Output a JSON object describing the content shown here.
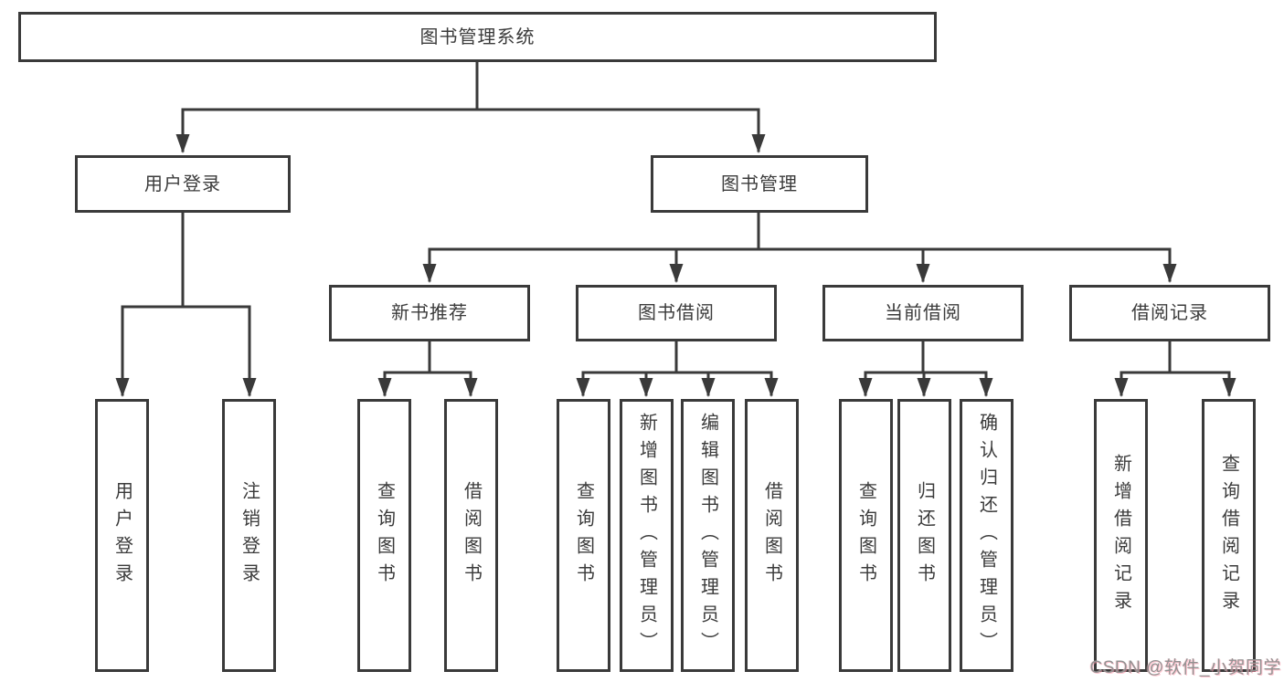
{
  "tree": {
    "label": "图书管理系统",
    "children": [
      {
        "label": "用户登录",
        "children": [
          {
            "label": "用户登录"
          },
          {
            "label": "注销登录"
          }
        ]
      },
      {
        "label": "图书管理",
        "children": [
          {
            "label": "新书推荐",
            "children": [
              {
                "label": "查询图书"
              },
              {
                "label": "借阅图书"
              }
            ]
          },
          {
            "label": "图书借阅",
            "children": [
              {
                "label": "查询图书"
              },
              {
                "label": "新增图书（管理员）"
              },
              {
                "label": "编辑图书（管理员）"
              },
              {
                "label": "借阅图书"
              }
            ]
          },
          {
            "label": "当前借阅",
            "children": [
              {
                "label": "查询图书"
              },
              {
                "label": "归还图书"
              },
              {
                "label": "确认归还（管理员）"
              }
            ]
          },
          {
            "label": "借阅记录",
            "children": [
              {
                "label": "新增借阅记录"
              },
              {
                "label": "查询借阅记录"
              }
            ]
          }
        ]
      }
    ]
  },
  "watermark": "CSDN @软件_小贺同学",
  "colors": {
    "line": "#3a3a3a",
    "box_border": "#3a3a3a",
    "text": "#3b3b3b",
    "background": "#ffffff",
    "watermark": "#929292"
  }
}
